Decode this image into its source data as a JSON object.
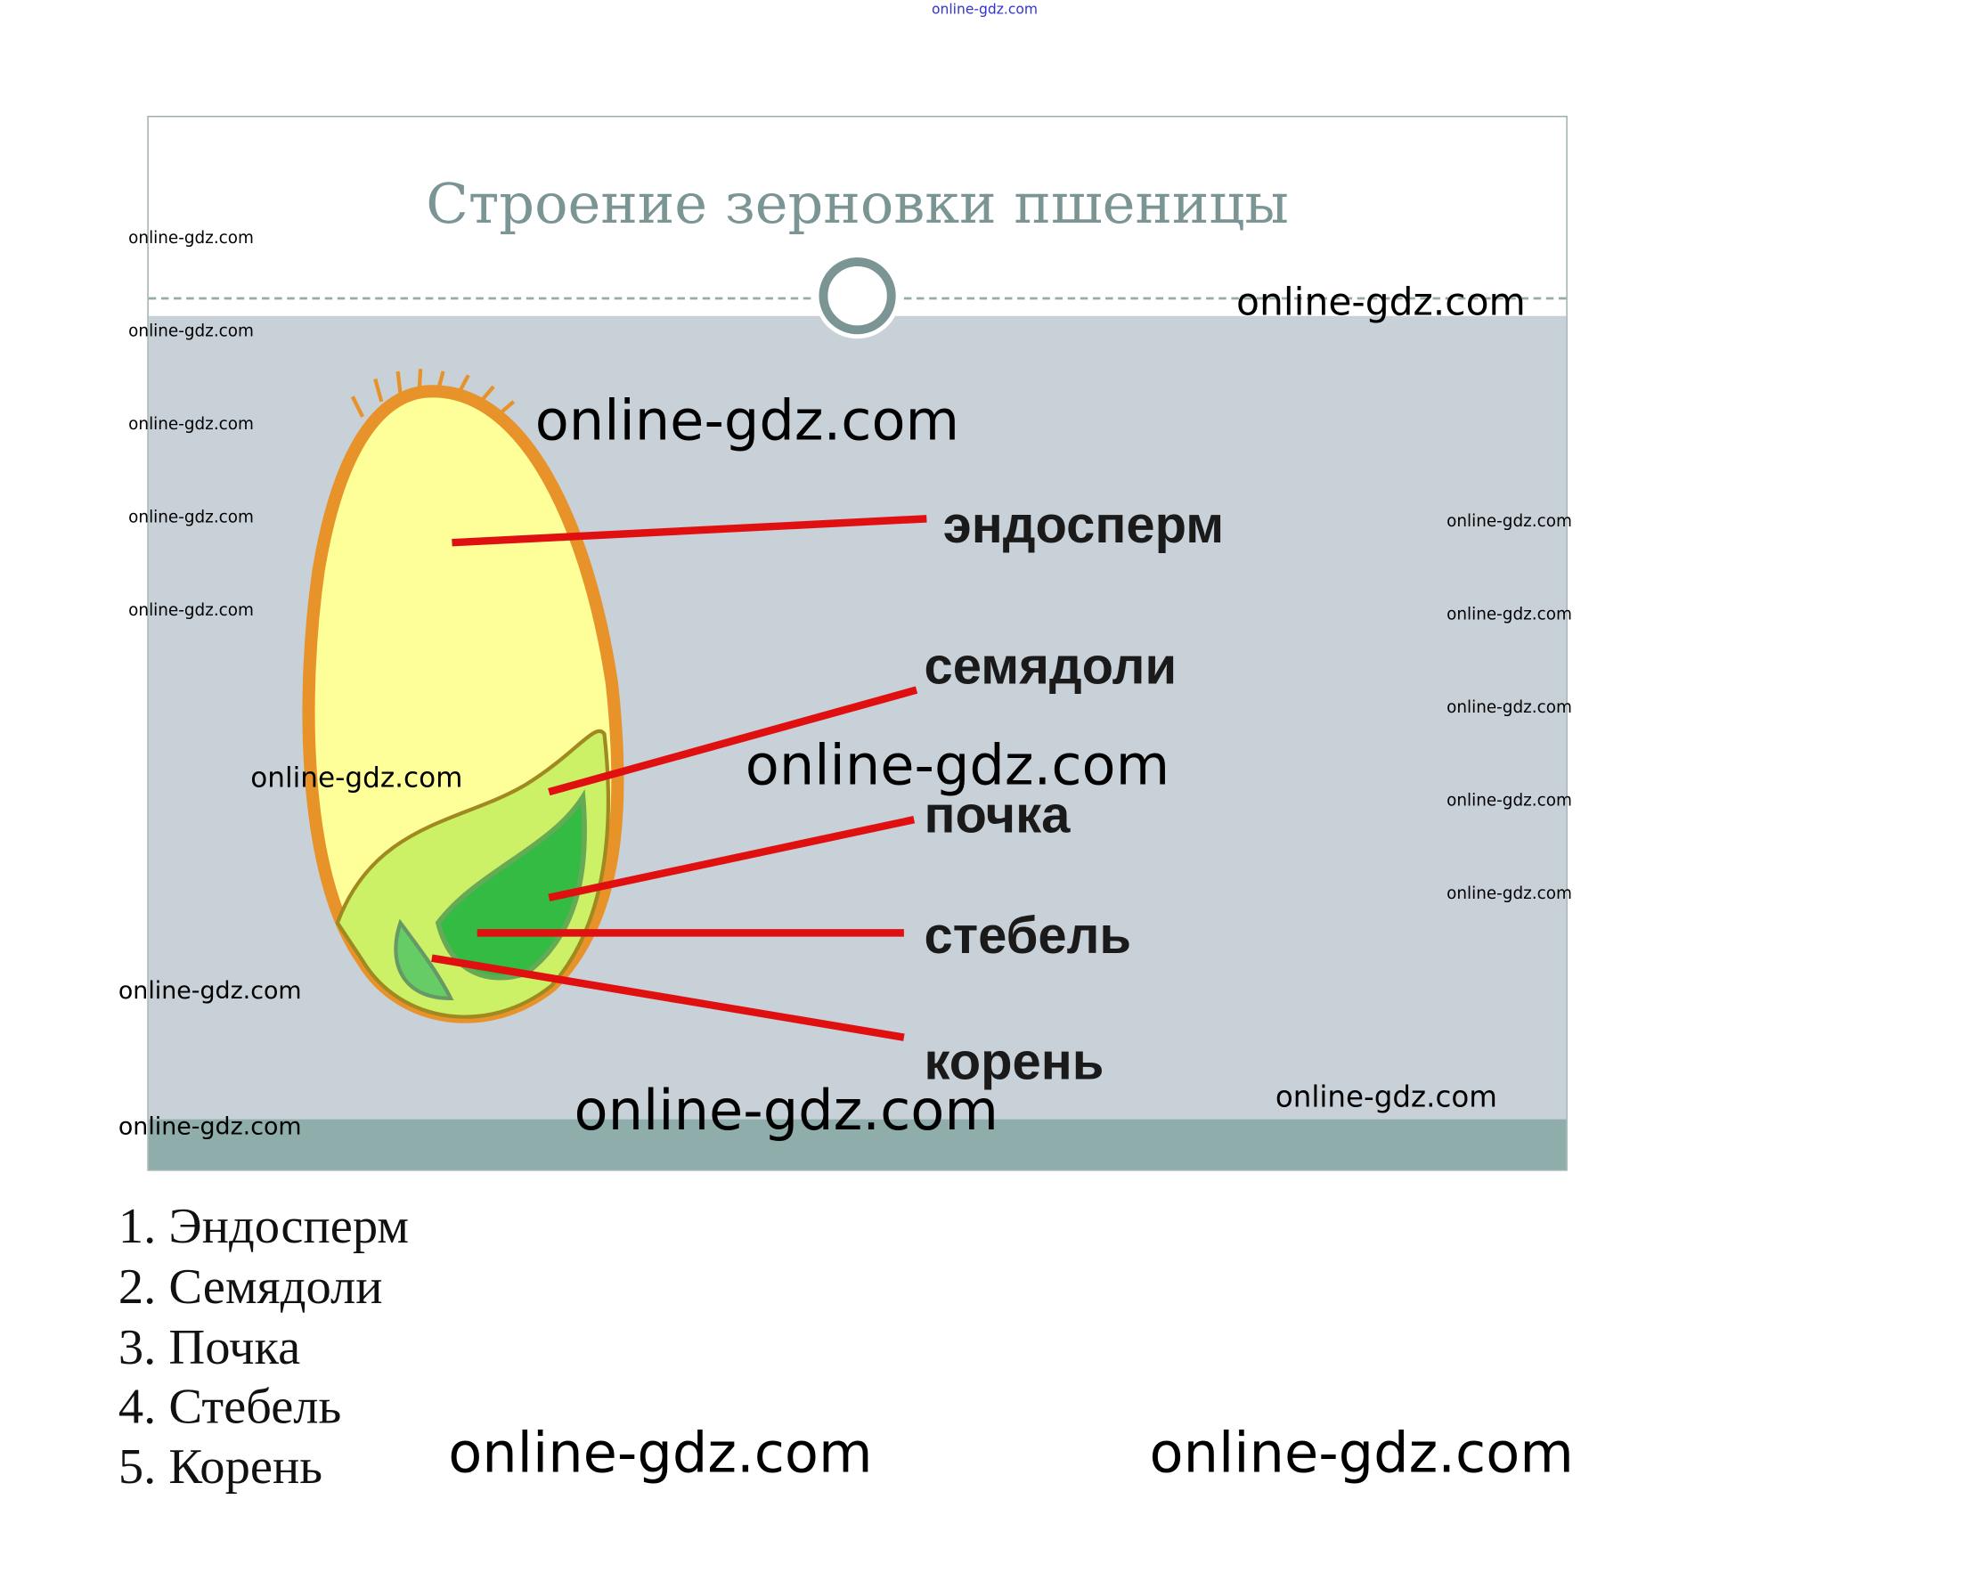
{
  "header_watermark": "online-gdz.com",
  "slide": {
    "title": "Строение зерновки пшеницы",
    "labels": [
      "эндосперм",
      "семядоли",
      "почка",
      "стебель",
      "корень"
    ],
    "colors": {
      "background": "#c8d0d8",
      "band": "#8eadab",
      "title": "#7b9595",
      "pointer": "#e01010",
      "endosperm": "#ffff99",
      "coat": "#e8922a"
    }
  },
  "answer_list": [
    "1. Эндосперм",
    "2. Семядоли",
    "3. Почка",
    "4. Стебель",
    "5. Корень"
  ],
  "watermarks": [
    "online-gdz.com",
    "online-gdz.com",
    "online-gdz.com",
    "online-gdz.com",
    "online-gdz.com",
    "online-gdz.com",
    "online-gdz.com",
    "online-gdz.com",
    "online-gdz.com",
    "online-gdz.com",
    "online-gdz.com",
    "online-gdz.com",
    "online-gdz.com",
    "online-gdz.com",
    "online-gdz.com",
    "online-gdz.com",
    "online-gdz.com",
    "online-gdz.com",
    "online-gdz.com",
    "online-gdz.com"
  ]
}
